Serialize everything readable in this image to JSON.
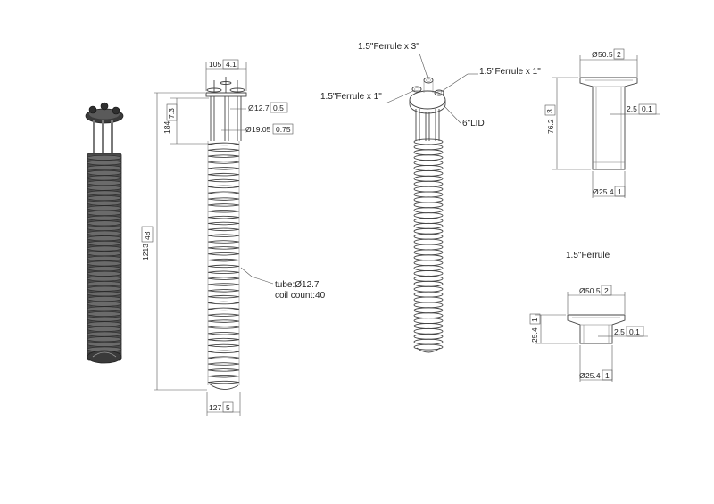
{
  "colors": {
    "line": "#555555",
    "render_dark": "#3a3a3a",
    "render_mid": "#6b6b6b",
    "text": "#222222"
  },
  "front_view": {
    "top_width": "105",
    "top_width_in": "4.1",
    "manifold_height": "184",
    "manifold_height_in": "7.3",
    "pipe_small": "12.7",
    "pipe_small_in": "0.5",
    "pipe_large": "19.05",
    "pipe_large_in": "0.75",
    "total_height": "1213",
    "total_height_in": "48",
    "coil_width": "127",
    "coil_width_in": "5",
    "tube_label": "tube:Ø12.7",
    "coil_label": "coil count:40",
    "dia_symbol": "Ø"
  },
  "iso_view": {
    "ferrule_x3": "1.5\"Ferrule x 3\"",
    "ferrule_x1_right": "1.5\"Ferrule x 1\"",
    "ferrule_x1_left": "1.5\"Ferrule x 1\"",
    "lid": "6\"LID"
  },
  "long_ferrule": {
    "top_dia": "50.5",
    "top_dia_in": "2",
    "height": "76.2",
    "height_in": "3",
    "wall": "2.5",
    "wall_in": "0.1",
    "bore_dia": "25.4",
    "bore_dia_in": "1"
  },
  "short_ferrule": {
    "title": "1.5\"Ferrule",
    "top_dia": "50.5",
    "top_dia_in": "2",
    "height": "25.4",
    "height_in": "1",
    "wall": "2.5",
    "wall_in": "0.1",
    "bore_dia": "25.4",
    "bore_dia_in": "1"
  }
}
